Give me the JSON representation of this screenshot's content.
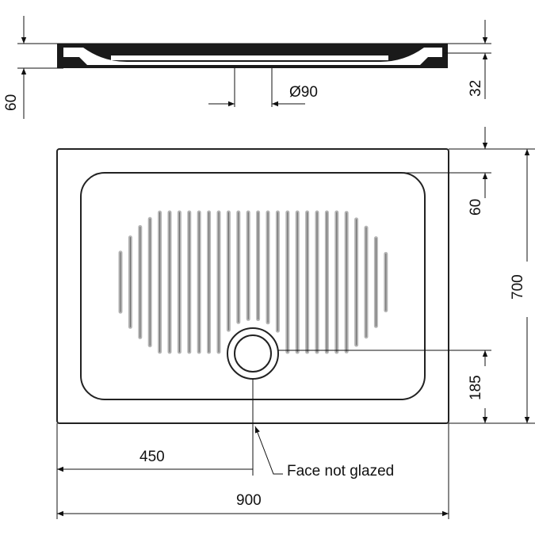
{
  "drawing": {
    "side_view": {
      "dim_height": "60",
      "dim_rim": "32",
      "dim_drain": "Ø90"
    },
    "plan_view": {
      "dim_rim_width": "60",
      "dim_depth": "700",
      "dim_drain_offset": "185",
      "dim_half_width": "450",
      "dim_width": "900",
      "note": "Face not glazed"
    },
    "colors": {
      "line": "#111111",
      "groove": "#b5b5b5"
    }
  }
}
